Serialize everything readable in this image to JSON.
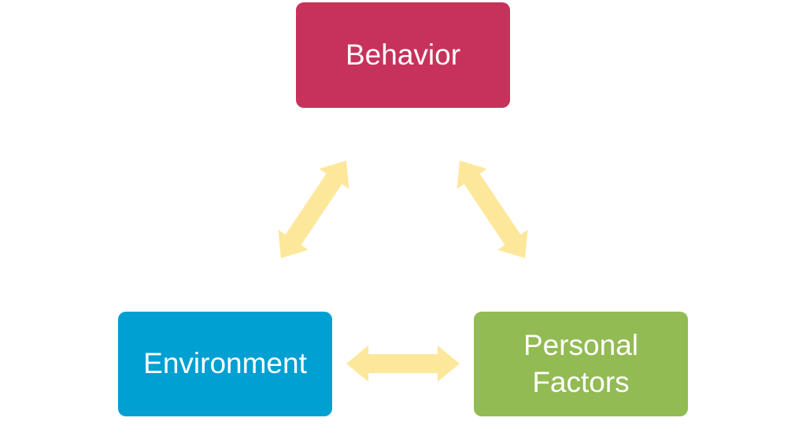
{
  "colors": {
    "behavior": "#c7325b",
    "environment": "#00a0d2",
    "personal": "#92bb53",
    "arrow": "#fde79a"
  },
  "nodes": {
    "behavior": {
      "label": "Behavior"
    },
    "environment": {
      "label": "Environment"
    },
    "personal": {
      "line1": "Personal",
      "line2": "Factors"
    }
  },
  "edges": [
    {
      "from": "environment",
      "to": "behavior",
      "type": "bidirectional"
    },
    {
      "from": "behavior",
      "to": "personal",
      "type": "bidirectional"
    },
    {
      "from": "environment",
      "to": "personal",
      "type": "bidirectional"
    }
  ]
}
